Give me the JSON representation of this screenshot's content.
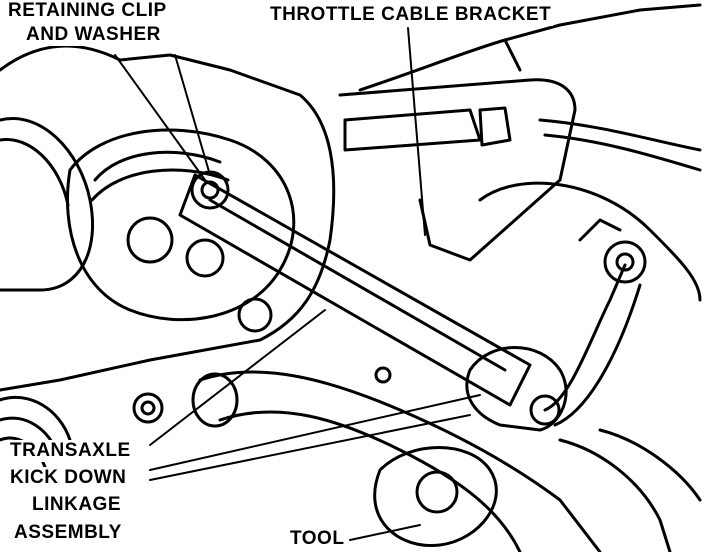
{
  "colors": {
    "ink": "#000000",
    "paper": "#ffffff"
  },
  "labels": {
    "retaining_clip_line1": "RETAINING CLIP",
    "retaining_clip_line2": "AND WASHER",
    "throttle_cable_bracket": "THROTTLE CABLE BRACKET",
    "transaxle_line1": "TRANSAXLE",
    "transaxle_line2": "KICK DOWN",
    "transaxle_line3": "LINKAGE",
    "transaxle_line4": "ASSEMBLY",
    "tool": "TOOL"
  }
}
